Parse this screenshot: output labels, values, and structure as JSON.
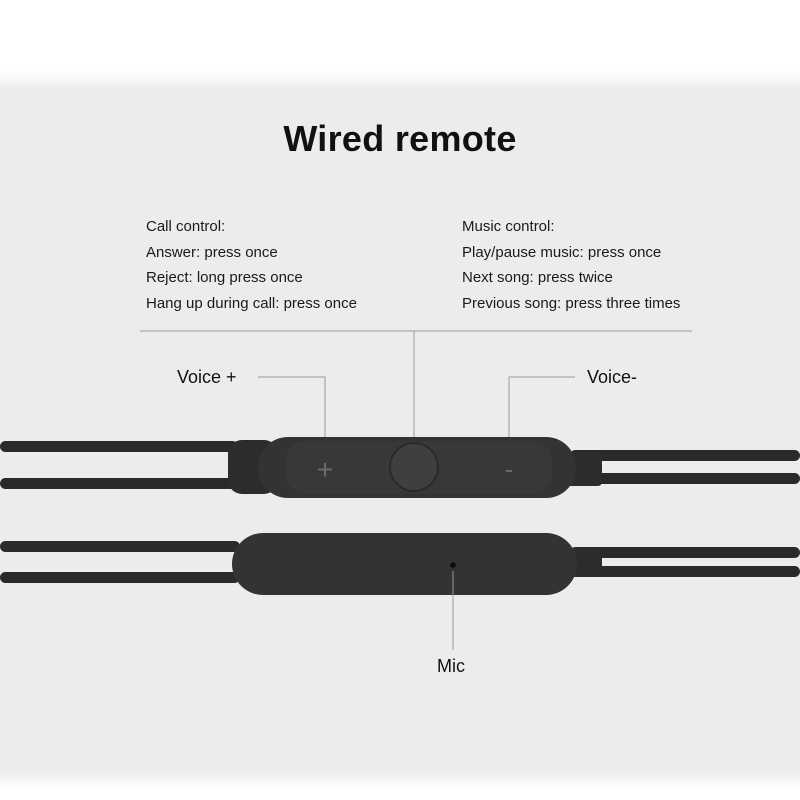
{
  "title": "Wired remote",
  "call_control": {
    "heading": "Call control:",
    "items": [
      "Answer: press once",
      "Reject: long press once",
      "Hang up during call: press once"
    ]
  },
  "music_control": {
    "heading": "Music control:",
    "items": [
      "Play/pause music: press once",
      "Next song: press twice",
      "Previous song: press three times"
    ]
  },
  "remote": {
    "voice_plus_label": "Voice +",
    "voice_minus_label": "Voice-",
    "plus_symbol": "+",
    "minus_symbol": "-"
  },
  "mic": {
    "label": "Mic"
  },
  "colors": {
    "cable": "#2b2b2b",
    "body": "#333333",
    "button": "#3a3a3a",
    "callout": "#999999"
  }
}
